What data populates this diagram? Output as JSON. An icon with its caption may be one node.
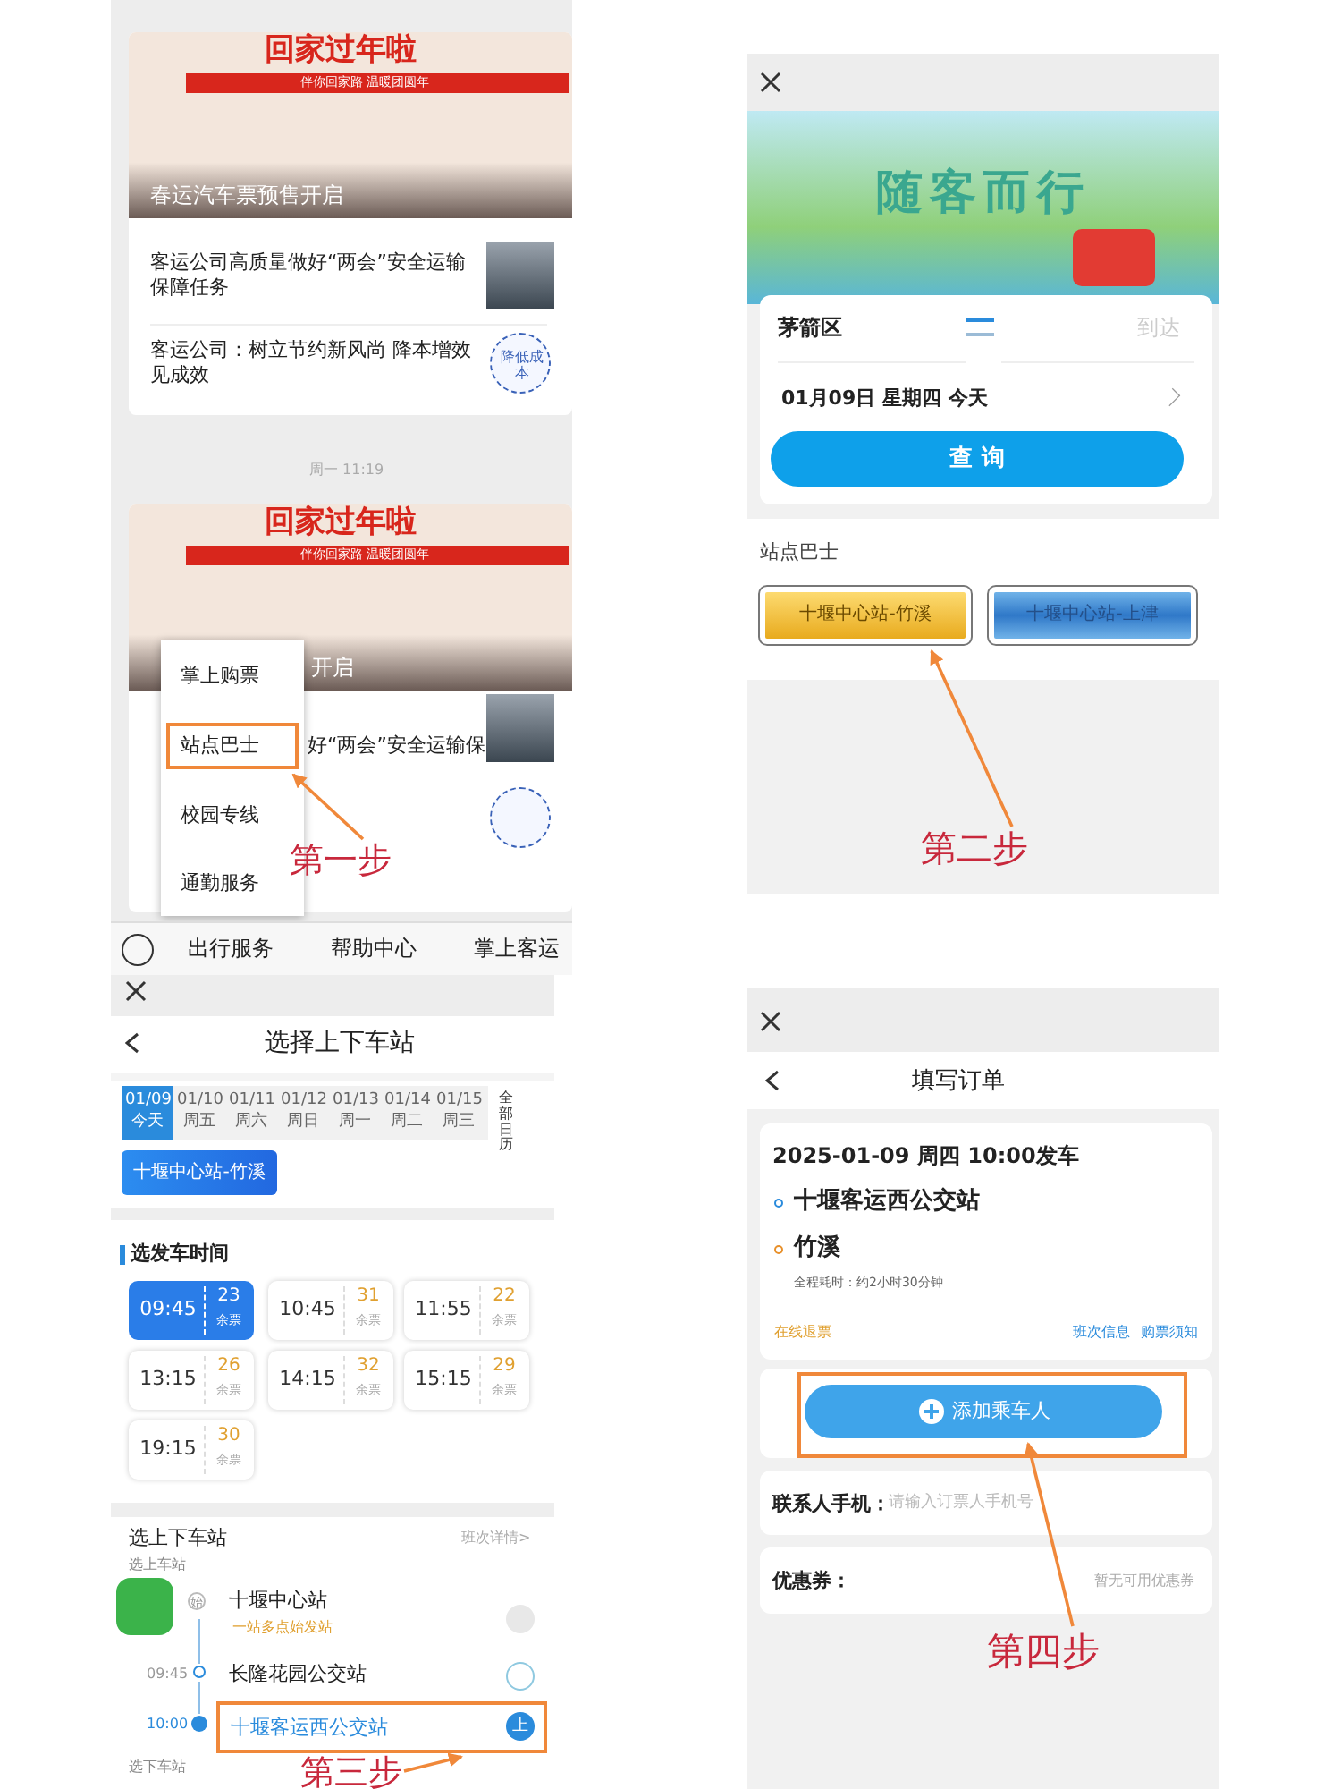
{
  "diagram": {
    "nodes": [
      {
        "text": [
          "站点巴士"
        ]
      },
      {
        "text": [
          "第一步"
        ]
      },
      {
        "text": [
          "十堰中心站-竹溪"
        ]
      },
      {
        "text": [
          "十堰中心站-上津"
        ]
      },
      {
        "text": [
          "第二步"
        ]
      },
      {
        "text": [
          "十堰客运西公交站"
        ]
      },
      {
        "text": [
          "第三步"
        ]
      },
      {
        "text": [
          "添加乘车人"
        ]
      },
      {
        "text": [
          "第四步"
        ]
      }
    ],
    "edges": [
      {
        "from": 1,
        "to": 0,
        "arrow": "to"
      },
      {
        "from": 4,
        "to": 2,
        "arrow": "to"
      },
      {
        "from": 6,
        "to": 5,
        "arrow": "to"
      },
      {
        "from": 8,
        "to": 7,
        "arrow": "to"
      }
    ],
    "labels": [
      "回家过年啦",
      "伴你回家路 温暖团圆年",
      "春运汽车票预售开启",
      "客运公司高质量做好“两会”安全运输保障任务",
      "客运公司：树立节约新风尚 降本增效见成效",
      "降低成本",
      "周一 11:19",
      "回家过年啦",
      "伴你回家路 温暖团圆年",
      "开启",
      "好“两会”安全运输保",
      "掌上购票",
      "校园专线",
      "通勤服务",
      "出行服务",
      "帮助中心",
      "掌上客运",
      "随客而行",
      "茅箭区",
      "到达",
      "01月09日 星期四 今天",
      "查 询",
      "站点巴士",
      "选择上下车站",
      "01/09",
      "今天",
      "01/10",
      "周五",
      "01/11",
      "周六",
      "01/12",
      "周日",
      "01/13",
      "周一",
      "01/14",
      "周二",
      "01/15",
      "周三",
      "全部日历",
      "十堰中心站-竹溪",
      "选发车时间",
      "09:45",
      "23",
      "余票",
      "10:45",
      "31",
      "余票",
      "11:55",
      "22",
      "余票",
      "13:15",
      "26",
      "余票",
      "14:15",
      "32",
      "余票",
      "15:15",
      "29",
      "余票",
      "19:15",
      "30",
      "余票",
      "选上下车站",
      "班次详情>",
      "选上车站",
      "始",
      "十堰中心站",
      "一站多点始发站",
      "09:45",
      "长隆花园公交站",
      "10:00",
      "上",
      "选下车站",
      "填写订单",
      "2025-01-09 周四 10:00发车",
      "十堰客运西公交站",
      "竹溪",
      "全程耗时：约2小时30分钟",
      "在线退票",
      "班次信息",
      "购票须知",
      "联系人手机：",
      "请输入订票人手机号",
      "优惠券：",
      "暂无可用优惠券"
    ]
  }
}
